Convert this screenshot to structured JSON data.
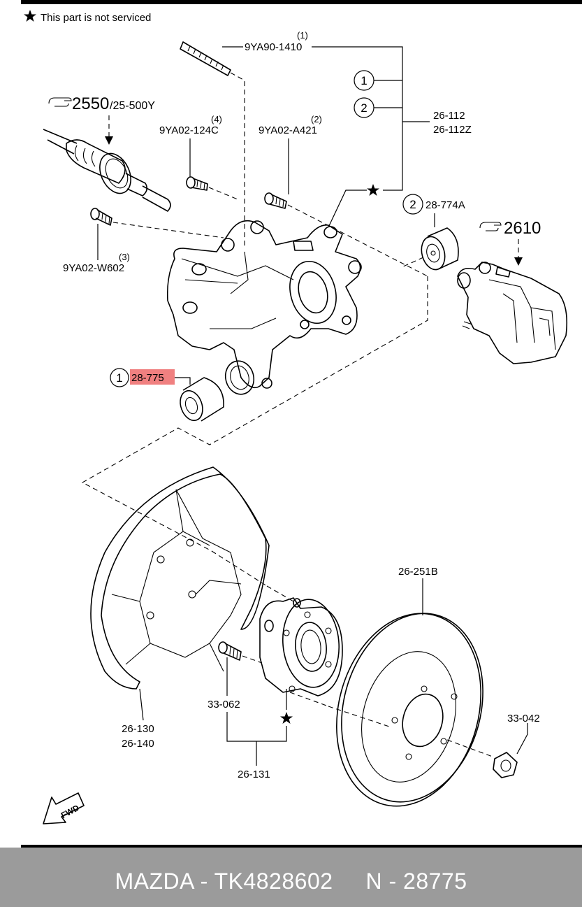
{
  "note": {
    "text": "This part is not serviced"
  },
  "labels": {
    "stud_top": {
      "qty": "(1)",
      "pn": "9YA90-1410"
    },
    "bolt_c": {
      "qty": "(4)",
      "pn": "9YA02-124C"
    },
    "bolt_a": {
      "qty": "(2)",
      "pn": "9YA02-A421"
    },
    "bolt_w": {
      "qty": "(3)",
      "pn": "9YA02-W602"
    },
    "knuckle": {
      "pn1": "26-112",
      "pn2": "26-112Z",
      "num1": "1",
      "num2": "2"
    },
    "driveshaft_ref": {
      "big": "2550",
      "small": "/25-500Y"
    },
    "caliper_ref": {
      "big": "2610"
    },
    "bushing_upper": {
      "num": "2",
      "pn": "28-774A"
    },
    "bushing_lower": {
      "num": "1",
      "pn": "28-775"
    },
    "disc": {
      "pn": "26-251B"
    },
    "dust_shield": {
      "pn1": "26-130",
      "pn2": "26-140"
    },
    "hub_bolt": {
      "pn": "33-062"
    },
    "hub": {
      "pn": "26-131"
    },
    "nut": {
      "pn": "33-042"
    },
    "fwd": {
      "text": "FWD"
    }
  },
  "highlight_color": "#f08080",
  "footer": {
    "text": "MAZDA - TK4828602     N - 28775"
  }
}
